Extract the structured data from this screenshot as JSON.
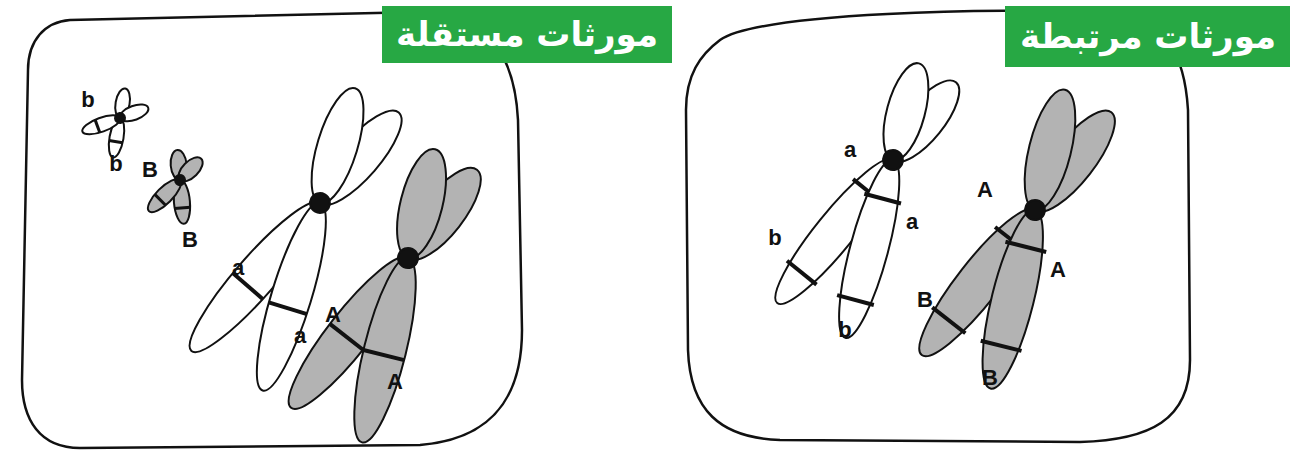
{
  "diagram": {
    "nodes": [
      {
        "text": [
          "مورثات مستقلة"
        ]
      },
      {
        "text": [
          "مورثات مرتبطة"
        ]
      }
    ],
    "labels": [
      "b",
      "b",
      "B",
      "B",
      "a",
      "a",
      "A",
      "A",
      "a",
      "a",
      "b",
      "b",
      "A",
      "A",
      "B",
      "B"
    ]
  }
}
